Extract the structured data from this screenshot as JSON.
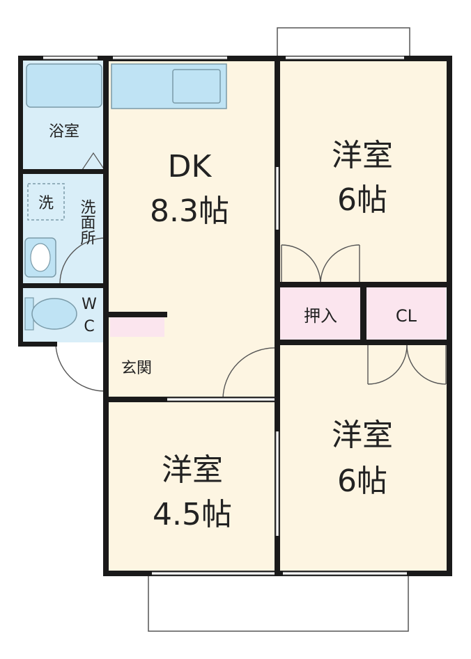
{
  "colors": {
    "wall": "#1a1a1a",
    "floor_living": "#fdf5e2",
    "floor_wet": "#d9eef8",
    "floor_storage": "#fbe5ee",
    "fixture_fill": "#bfe3f4",
    "fixture_stroke": "#7a9aa8",
    "thin_line": "#555555"
  },
  "rooms": {
    "bath": "浴室",
    "washroom": "洗面所",
    "washer": "洗",
    "wc_w": "W",
    "wc_c": "C",
    "entrance": "玄関",
    "dk_name": "DK",
    "dk_size": "8.3帖",
    "western_top_name": "洋室",
    "western_top_size": "6帖",
    "closet_oshiire": "押入",
    "closet_cl": "CL",
    "western_bottom_right_name": "洋室",
    "western_bottom_right_size": "6帖",
    "western_bottom_left_name": "洋室",
    "western_bottom_left_size": "4.5帖"
  }
}
